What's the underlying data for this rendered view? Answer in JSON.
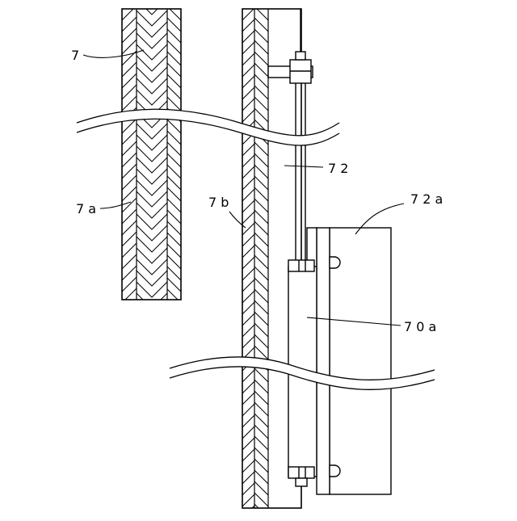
{
  "figure": {
    "background": "#ffffff",
    "stroke_color": "#000000",
    "labels": {
      "l7": "7",
      "l7a": "7 a",
      "l7b": "7 b",
      "l72": "7 2",
      "l72a": "7 2 a",
      "l70a": "7 0 a"
    }
  }
}
